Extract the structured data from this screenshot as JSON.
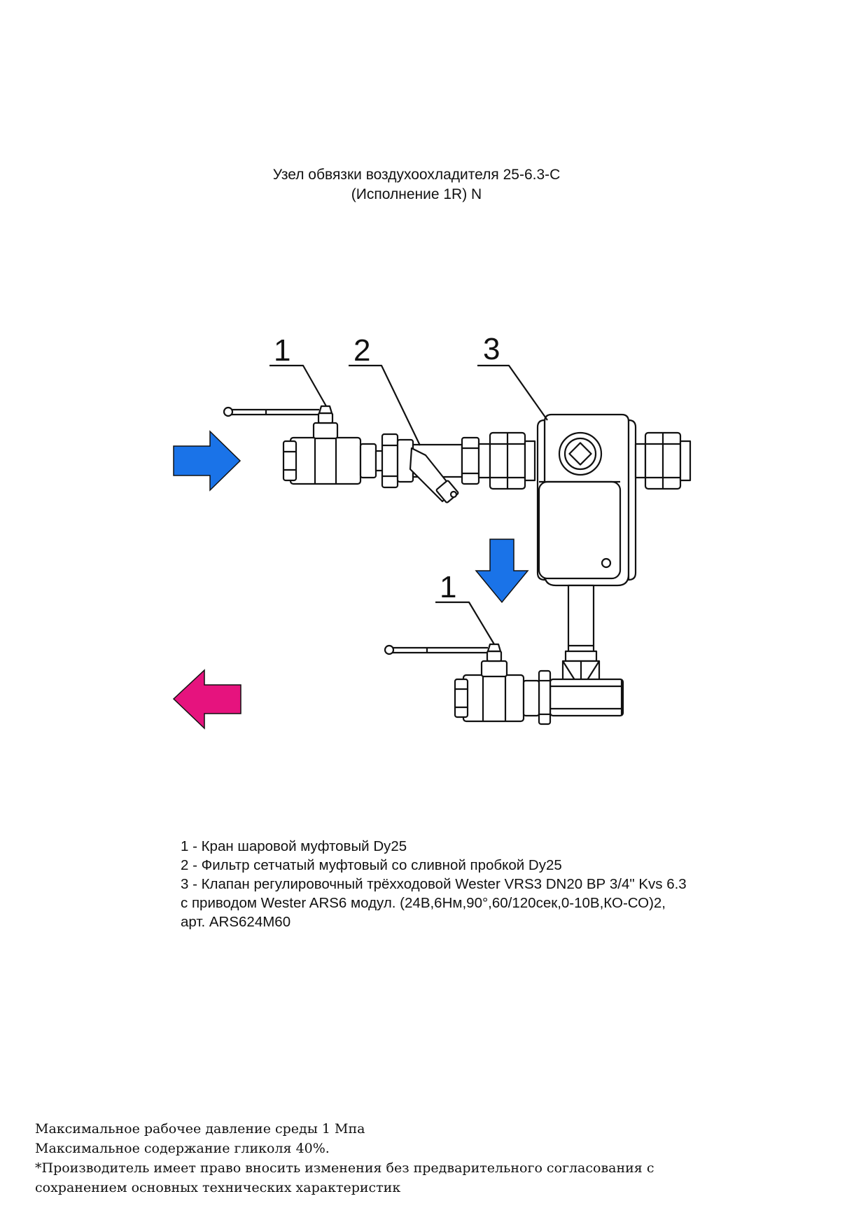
{
  "title": {
    "line1": "Узел обвязки воздухоохладителя 25-6.3-С",
    "line2": "(Исполнение 1R) N"
  },
  "callouts": {
    "c1_top": "1",
    "c2": "2",
    "c3": "3",
    "c1_bottom": "1"
  },
  "arrows": {
    "inlet": {
      "color": "#1a73e8",
      "direction": "right"
    },
    "down": {
      "color": "#1a73e8",
      "direction": "down"
    },
    "outlet": {
      "color": "#e6137e",
      "direction": "left"
    }
  },
  "legend": {
    "item1": "1 - Кран шаровой муфтовый Dy25",
    "item2": "2 - Фильтр сетчатый муфтовый со сливной пробкой Dy25",
    "item3_line1": "3 - Клапан регулировочный трёхходовой Wester VRS3 DN20 ВР 3/4\" Kvs 6.3",
    "item3_line2": "с приводом Wester ARS6 модул. (24В,6Нм,90°,60/120сек,0-10В,КО-СО)2,",
    "item3_line3": "арт. ARS624M60"
  },
  "notes": {
    "line1": "Максимальное рабочее давление среды 1 Мпа",
    "line2": "Максимальное содержание гликоля 40%.",
    "line3": "*Производитель имеет право вносить изменения без предварительного согласования с",
    "line4": "сохранением основных технических характеристик"
  }
}
